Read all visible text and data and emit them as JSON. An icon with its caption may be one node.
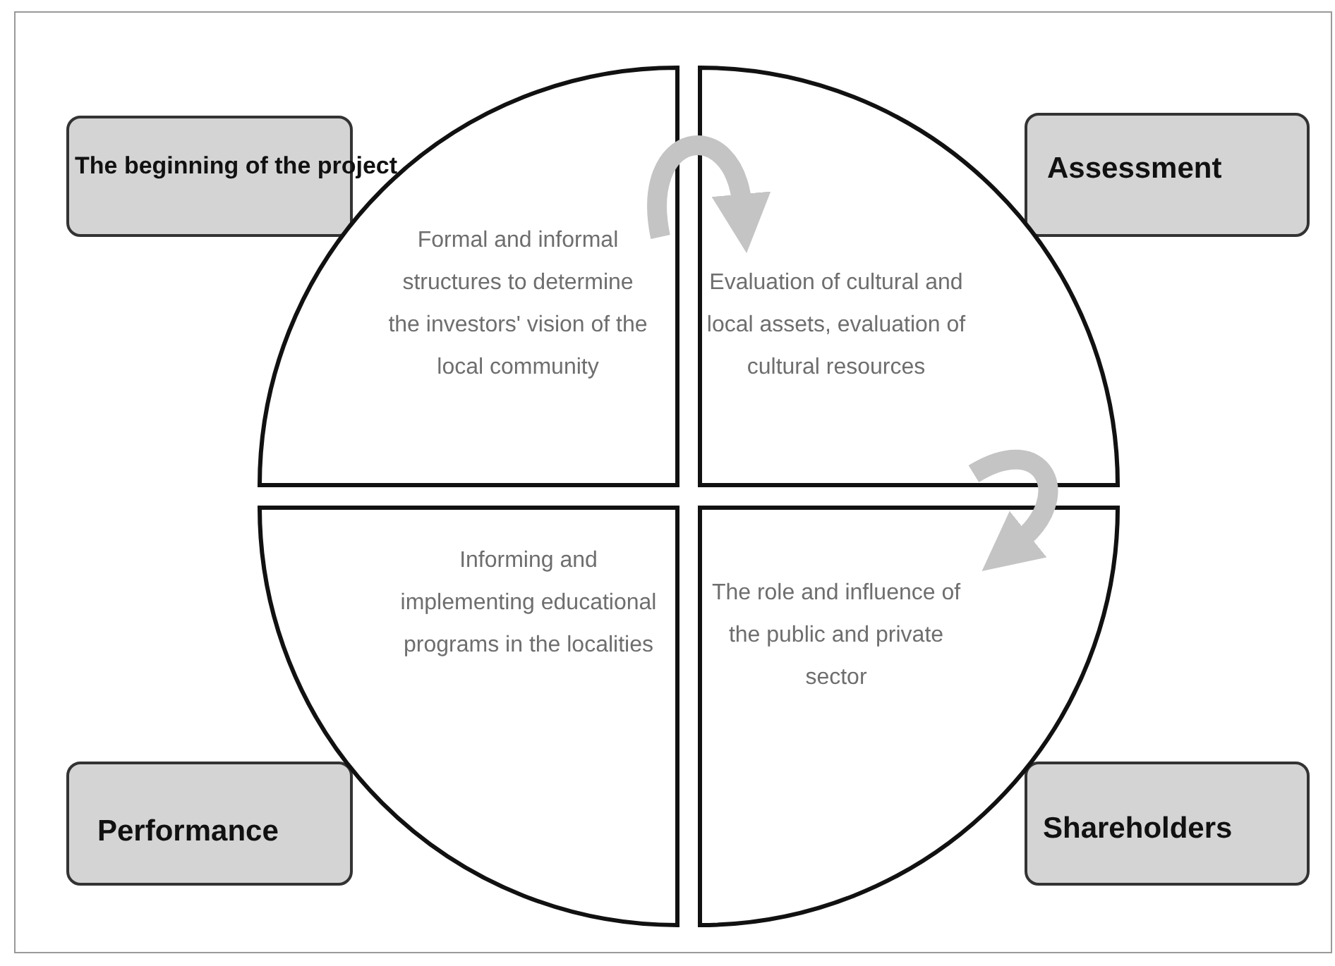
{
  "diagram": {
    "nodes": [
      {
        "text": [
          "The beginning of the project"
        ]
      },
      {
        "text": [
          "Formal and informal structures to determine the investors' vision of the local community"
        ]
      },
      {
        "text": [
          "Assessment"
        ]
      },
      {
        "text": [
          "Evaluation of cultural and local assets, evaluation of cultural resources"
        ]
      },
      {
        "text": [
          "Informing and implementing educational programs in the localities"
        ]
      },
      {
        "text": [
          "The role and influence of the public and private sector"
        ]
      },
      {
        "text": [
          "Performance"
        ]
      },
      {
        "text": [
          "Shareholders"
        ]
      }
    ],
    "edges": [
      {
        "from": 1,
        "to": 3,
        "arrow": "to"
      },
      {
        "from": 3,
        "to": 5,
        "arrow": "to"
      }
    ]
  }
}
